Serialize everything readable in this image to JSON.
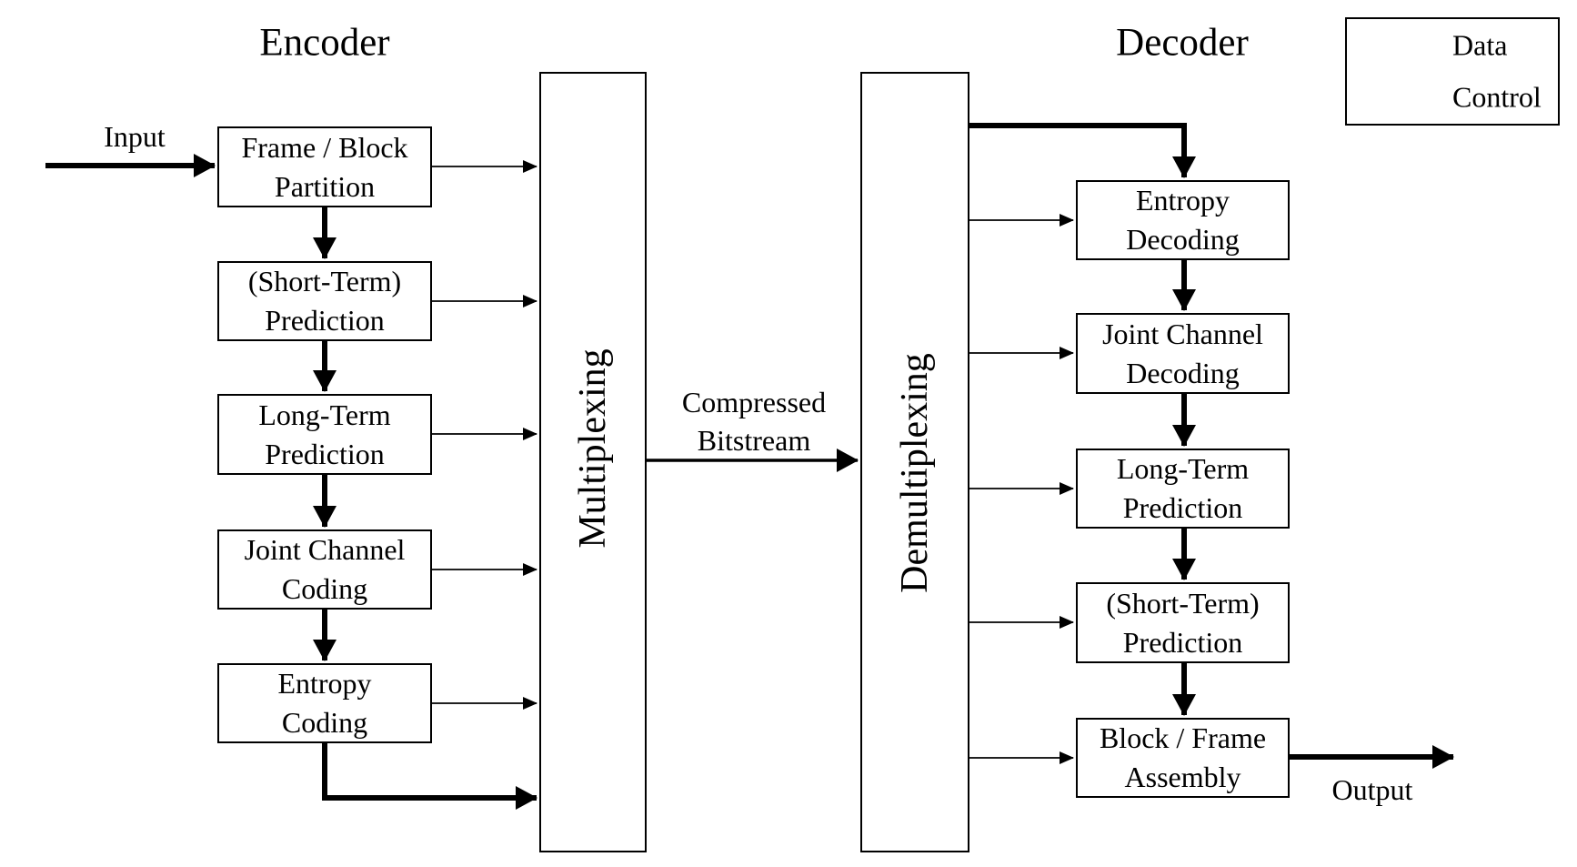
{
  "diagram": {
    "encoder_title": "Encoder",
    "decoder_title": "Decoder",
    "input_label": "Input",
    "output_label": "Output",
    "bitstream_label": {
      "line1": "Compressed",
      "line2": "Bitstream"
    },
    "multiplexer_label": "Multiplexing",
    "demultiplexer_label": "Demultiplexing",
    "encoder_blocks": [
      {
        "line1": "Frame / Block",
        "line2": "Partition"
      },
      {
        "line1": "(Short-Term)",
        "line2": "Prediction"
      },
      {
        "line1": "Long-Term",
        "line2": "Prediction"
      },
      {
        "line1": "Joint Channel",
        "line2": "Coding"
      },
      {
        "line1": "Entropy",
        "line2": "Coding"
      }
    ],
    "decoder_blocks": [
      {
        "line1": "Entropy",
        "line2": "Decoding"
      },
      {
        "line1": "Joint Channel",
        "line2": "Decoding"
      },
      {
        "line1": "Long-Term",
        "line2": "Prediction"
      },
      {
        "line1": "(Short-Term)",
        "line2": "Prediction"
      },
      {
        "line1": "Block / Frame",
        "line2": "Assembly"
      }
    ],
    "legend": {
      "data_label": "Data",
      "control_label": "Control"
    },
    "colors": {
      "line": "#000000",
      "background": "#ffffff"
    }
  }
}
